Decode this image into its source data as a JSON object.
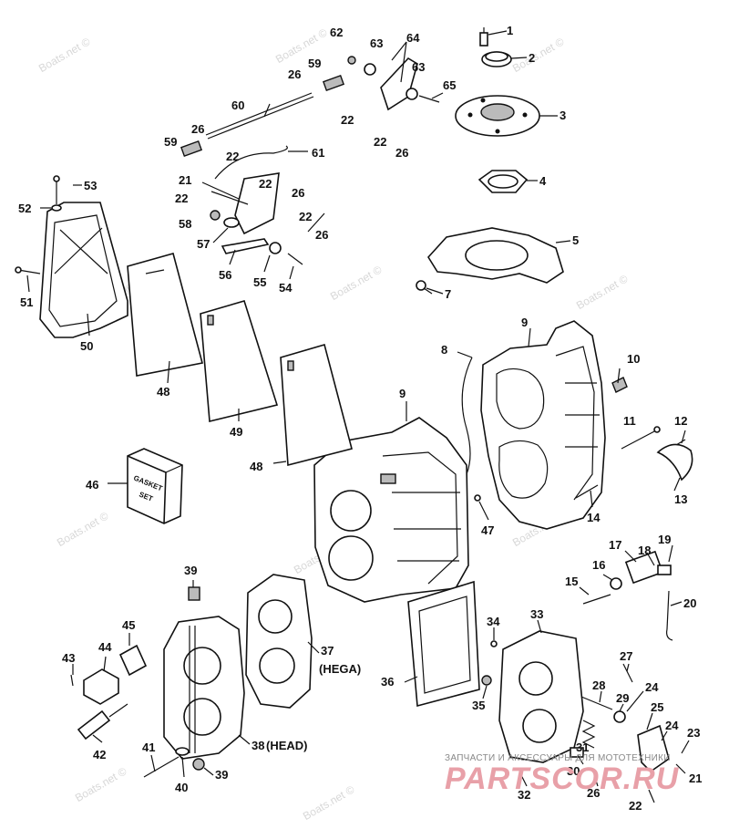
{
  "watermark": "Boats.net ©",
  "footer": {
    "caption": "ЗАПЧАСТИ И АКСЕССУАРЫ ДЛЯ МОТОТЕХНИКИ",
    "logo": "PARTSCOR.RU"
  },
  "gasket_box": {
    "line1": "GASKET",
    "line2": "SET"
  },
  "annotations": {
    "hega": "(HEGA)",
    "head": "(HEAD)"
  },
  "callouts": [
    "1",
    "2",
    "3",
    "4",
    "5",
    "7",
    "8",
    "9",
    "9",
    "10",
    "11",
    "12",
    "13",
    "14",
    "15",
    "16",
    "17",
    "18",
    "19",
    "20",
    "21",
    "21",
    "22",
    "22",
    "22",
    "22",
    "22",
    "22",
    "22",
    "23",
    "24",
    "24",
    "25",
    "26",
    "26",
    "26",
    "26",
    "26",
    "26",
    "27",
    "28",
    "29",
    "30",
    "31",
    "32",
    "33",
    "34",
    "35",
    "36",
    "37",
    "38",
    "39",
    "39",
    "40",
    "41",
    "42",
    "43",
    "44",
    "45",
    "46",
    "47",
    "48",
    "48",
    "49",
    "50",
    "51",
    "52",
    "53",
    "54",
    "55",
    "56",
    "57",
    "58",
    "59",
    "59",
    "60",
    "61",
    "62",
    "63",
    "63",
    "64",
    "65"
  ],
  "colors": {
    "line": "#111111",
    "watermark": "#d8d8d8",
    "logo": "#e8a0a8"
  }
}
